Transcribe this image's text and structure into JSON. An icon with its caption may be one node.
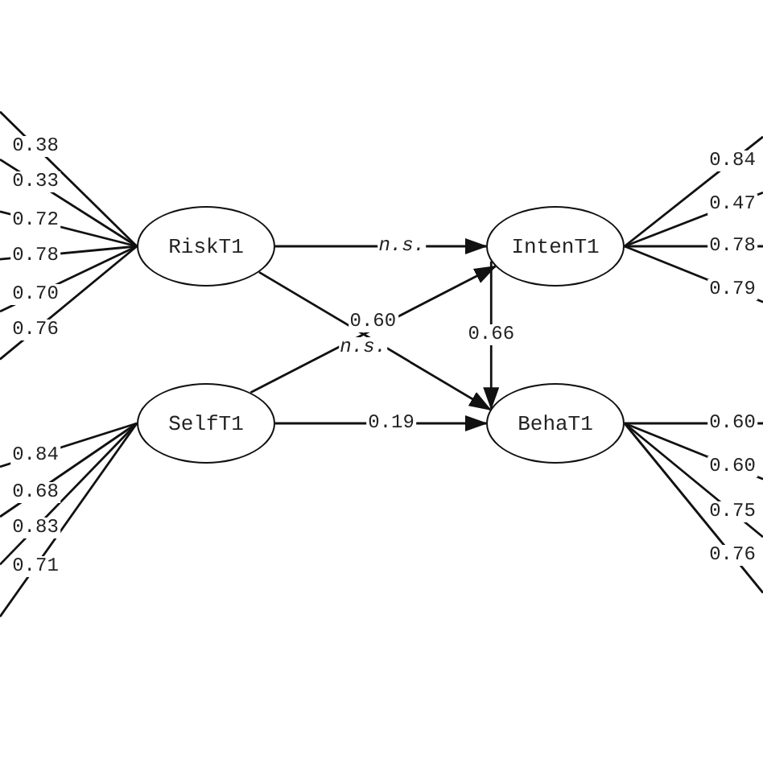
{
  "diagram": {
    "nodes": [
      {
        "text": [
          "RiskT1"
        ]
      },
      {
        "text": [
          "SelfT1"
        ]
      },
      {
        "text": [
          "IntenT1"
        ]
      },
      {
        "text": [
          "BehaT1"
        ]
      }
    ],
    "edges": [
      {
        "from": 0,
        "to": 2,
        "arrow": "to",
        "label": "*n.s.*"
      },
      {
        "from": 0,
        "to": 3,
        "arrow": "to",
        "label": "*n.s.*"
      },
      {
        "from": 1,
        "to": 2,
        "arrow": "to",
        "label": "0.60"
      },
      {
        "from": 1,
        "to": 3,
        "arrow": "to",
        "label": "0.19"
      },
      {
        "from": 2,
        "to": 3,
        "arrow": "to",
        "label": "0.66"
      },
      {
        "from": 0,
        "to": null,
        "arrow": "none",
        "label": "0.38"
      },
      {
        "from": 0,
        "to": null,
        "arrow": "none",
        "label": "0.33"
      },
      {
        "from": 0,
        "to": null,
        "arrow": "none",
        "label": "0.72"
      },
      {
        "from": 0,
        "to": null,
        "arrow": "none",
        "label": "0.78"
      },
      {
        "from": 0,
        "to": null,
        "arrow": "none",
        "label": "0.70"
      },
      {
        "from": 0,
        "to": null,
        "arrow": "none",
        "label": "0.76"
      },
      {
        "from": 1,
        "to": null,
        "arrow": "none",
        "label": "0.84"
      },
      {
        "from": 1,
        "to": null,
        "arrow": "none",
        "label": "0.68"
      },
      {
        "from": 1,
        "to": null,
        "arrow": "none",
        "label": "0.83"
      },
      {
        "from": 1,
        "to": null,
        "arrow": "none",
        "label": "0.71"
      },
      {
        "from": 2,
        "to": null,
        "arrow": "none",
        "label": "0.84"
      },
      {
        "from": 2,
        "to": null,
        "arrow": "none",
        "label": "0.47"
      },
      {
        "from": 2,
        "to": null,
        "arrow": "none",
        "label": "0.78"
      },
      {
        "from": 2,
        "to": null,
        "arrow": "none",
        "label": "0.79"
      },
      {
        "from": 3,
        "to": null,
        "arrow": "none",
        "label": "0.60"
      },
      {
        "from": 3,
        "to": null,
        "arrow": "none",
        "label": "0.60"
      },
      {
        "from": 3,
        "to": null,
        "arrow": "none",
        "label": "0.75"
      },
      {
        "from": 3,
        "to": null,
        "arrow": "none",
        "label": "0.76"
      }
    ]
  }
}
